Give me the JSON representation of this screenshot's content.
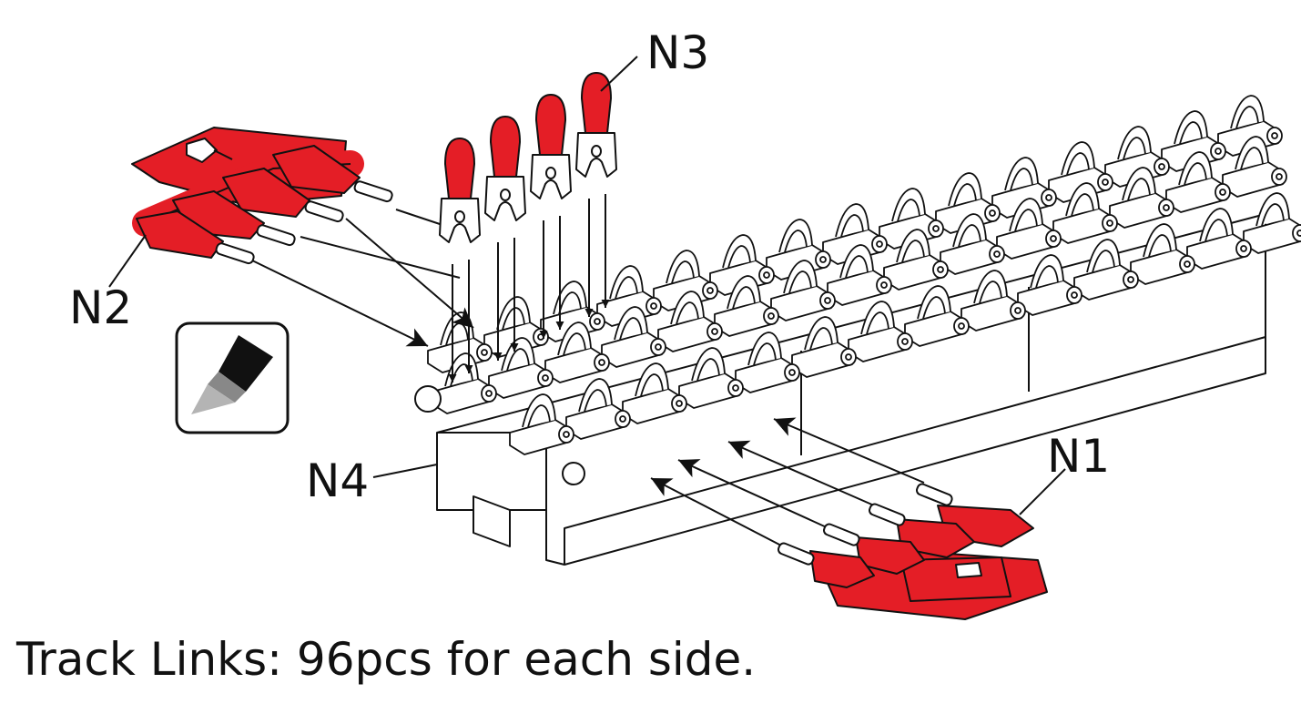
{
  "labels": {
    "n1": "N1",
    "n2": "N2",
    "n3": "N3",
    "n4": "N4"
  },
  "caption": "Track Links: 96pcs for each side.",
  "colors": {
    "sprue": "#e41e26",
    "line": "#111111",
    "part": "#ffffff"
  },
  "icons": {
    "tool": "hobby-knife-icon"
  },
  "counts": {
    "n3_pins": 4
  }
}
